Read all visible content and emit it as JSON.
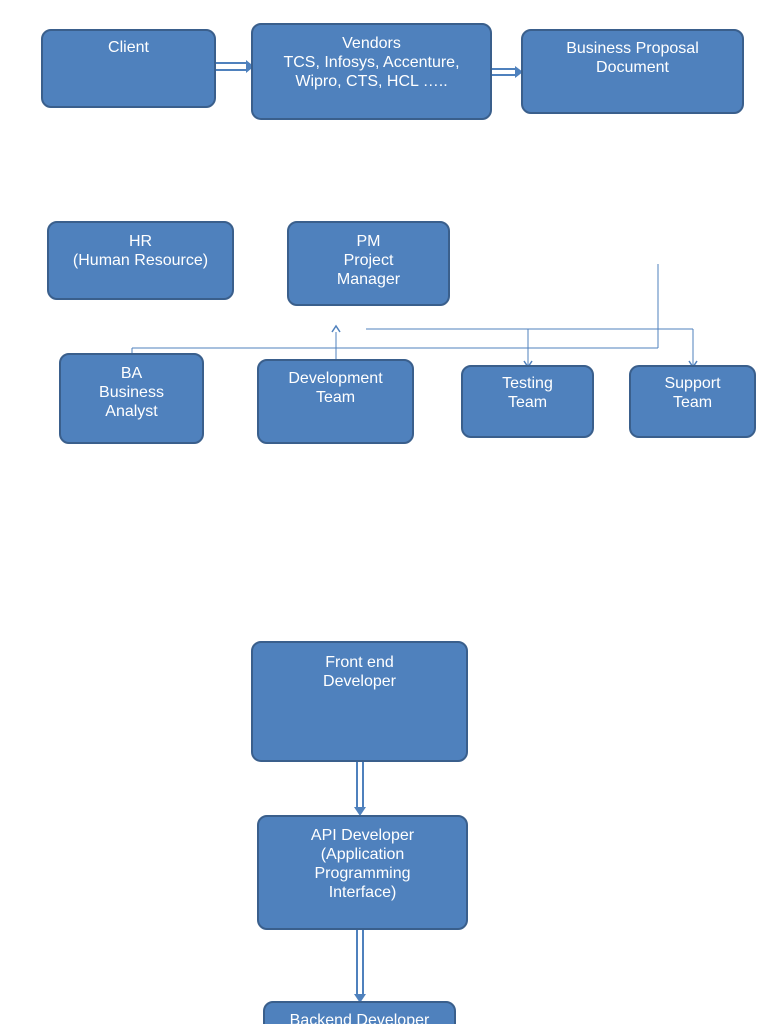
{
  "colors": {
    "box_fill": "#4f81bd",
    "box_border": "#3a5f8c",
    "text": "#ffffff",
    "connector": "#4f81bd"
  },
  "flow1": {
    "client": {
      "line1": "Client"
    },
    "vendors": {
      "line1": "Vendors",
      "line2": "TCS, Infosys, Accenture,",
      "line3": "Wipro, CTS, HCL ….."
    },
    "proposal": {
      "line1": "Business Proposal",
      "line2": "Document"
    }
  },
  "team": {
    "hr": {
      "line1": "HR",
      "line2": "(Human Resource)"
    },
    "pm": {
      "line1": "PM",
      "line2": "Project",
      "line3": "Manager"
    },
    "ba": {
      "line1": "BA",
      "line2": "Business",
      "line3": "Analyst"
    },
    "dev": {
      "line1": "Development",
      "line2": "Team"
    },
    "testing": {
      "line1": "Testing",
      "line2": "Team"
    },
    "support": {
      "line1": "Support",
      "line2": "Team"
    }
  },
  "flow2": {
    "frontend": {
      "line1": "Front end",
      "line2": "Developer"
    },
    "api": {
      "line1": "API Developer",
      "line2": "(Application",
      "line3": "Programming",
      "line4": "Interface)"
    },
    "backend": {
      "line1": "Backend Developer"
    }
  }
}
